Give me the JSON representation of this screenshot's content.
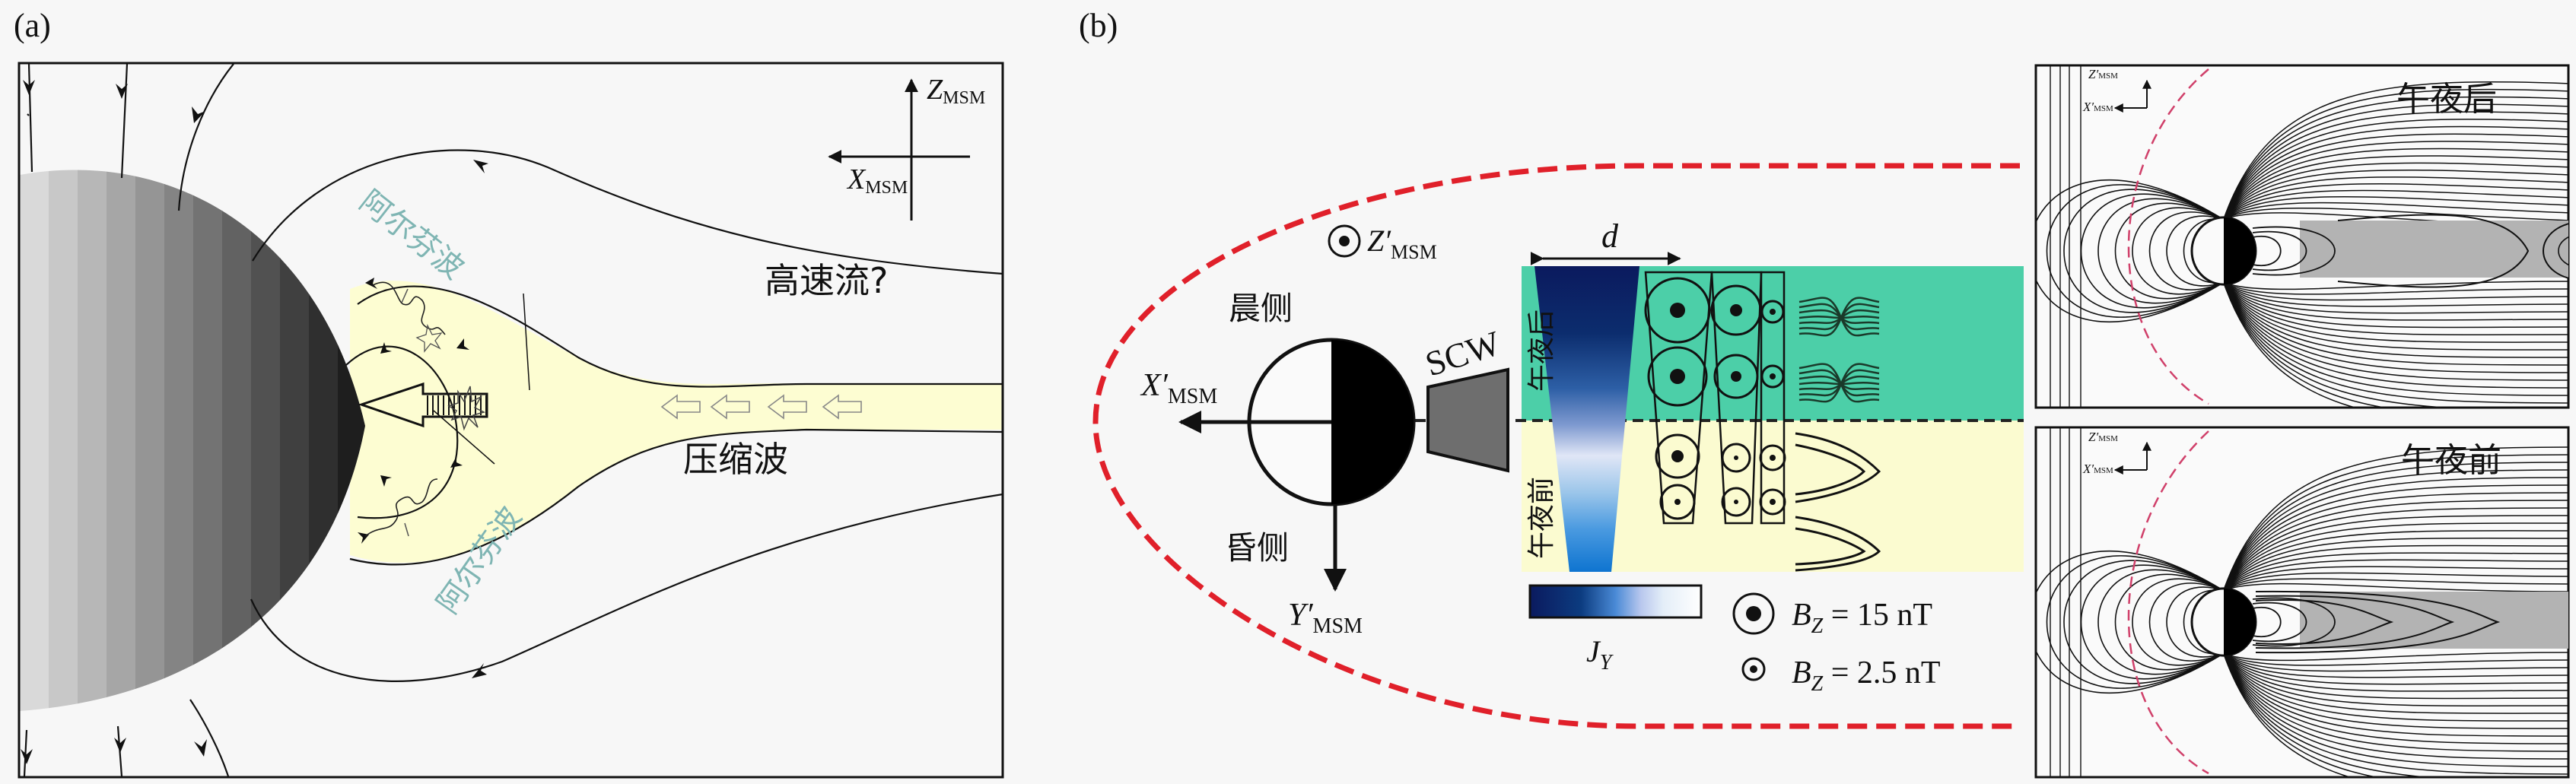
{
  "panel_a": {
    "label": "(a)",
    "axes": {
      "z_main": "Z",
      "z_sub": "MSM",
      "x_main": "X",
      "x_sub": "MSM"
    },
    "labels": {
      "alfven_top": "阿尔芬波",
      "alfven_bottom": "阿尔芬波",
      "fast_flow": "高速流?",
      "compression_wave": "压缩波"
    },
    "colors": {
      "plasma_sheet": "#fdfdd2",
      "alfven_text": "#5fc7c0",
      "planet_shades": [
        "#d9d9d9",
        "#c8c8c8",
        "#b7b7b7",
        "#a6a6a6",
        "#959595",
        "#848484",
        "#737373",
        "#626262",
        "#515151",
        "#404040",
        "#2f2f2f",
        "#1e1e1e"
      ]
    }
  },
  "panel_b": {
    "label": "(b)",
    "axes": {
      "z_main": "Z′",
      "z_sub": "MSM",
      "x_main": "X′",
      "x_sub": "MSM",
      "y_main": "Y′",
      "y_sub": "MSM"
    },
    "labels": {
      "dawn": "晨侧",
      "dusk": "昏侧",
      "scw": "SCW",
      "width": "d",
      "post_midnight": "午夜后",
      "pre_midnight": "午夜前",
      "jy_main": "J",
      "jy_sub": "Y",
      "bz_strong_main": "B",
      "bz_strong_sub": "Z",
      "bz_strong_val": " = 15 nT",
      "bz_weak_main": "B",
      "bz_weak_sub": "Z",
      "bz_weak_val": " = 2.5 nT"
    },
    "colors": {
      "magnetopause": "#e0202a",
      "post_midnight_bg": "#4ccfa8",
      "pre_midnight_bg": "#fbfbd0",
      "scw_fill": "#6e6e6e",
      "jy_gradient": [
        "#0b1e6b",
        "#08306b",
        "#0b4a8e",
        "#2c6fb4",
        "#5a8fd0",
        "#8fb3e6",
        "#c7d6f2",
        "#e8e8f5",
        "#ffffff"
      ]
    },
    "subpanels": [
      {
        "title": "午夜后",
        "z_label": "Z′",
        "z_sub": "MSM",
        "x_label": "X′",
        "x_sub": "MSM"
      },
      {
        "title": "午夜前",
        "z_label": "Z′",
        "z_sub": "MSM",
        "x_label": "X′",
        "x_sub": "MSM"
      }
    ]
  }
}
